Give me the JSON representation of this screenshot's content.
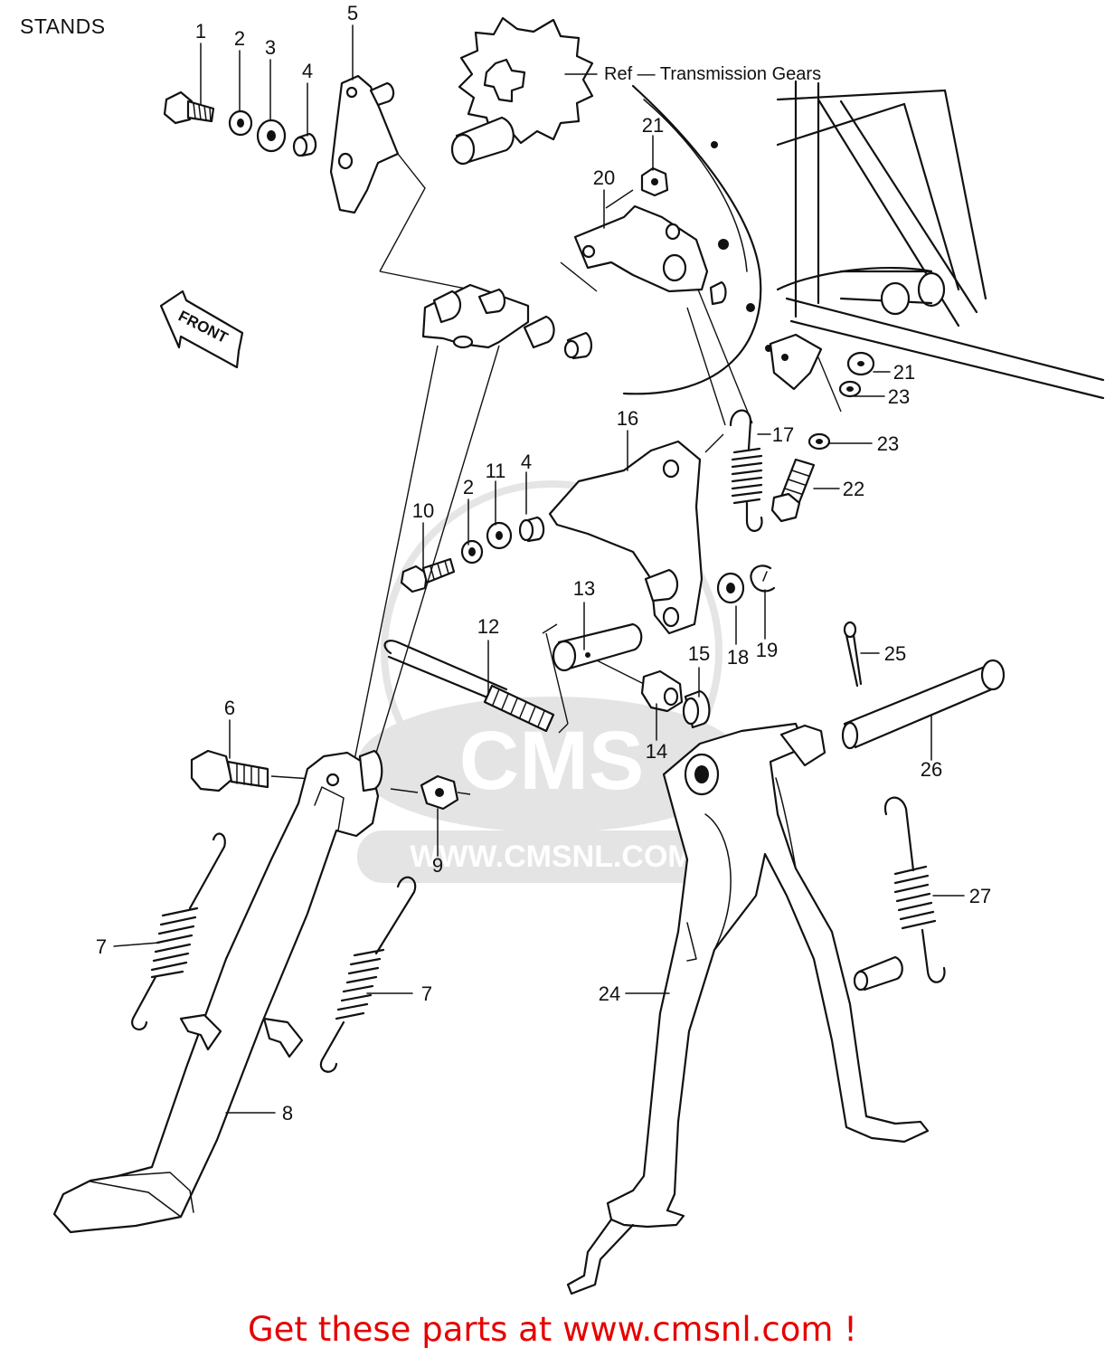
{
  "page": {
    "title": "STANDS"
  },
  "diagram": {
    "reference_label": "Ref — Transmission Gears",
    "direction_arrow": "FRONT",
    "watermark_text": "CMS",
    "watermark_url": "WWW.CMSNL.COM",
    "callouts": [
      {
        "id": "c1",
        "label": "1"
      },
      {
        "id": "c2a",
        "label": "2"
      },
      {
        "id": "c3",
        "label": "3"
      },
      {
        "id": "c4a",
        "label": "4"
      },
      {
        "id": "c5",
        "label": "5"
      },
      {
        "id": "c6",
        "label": "6"
      },
      {
        "id": "c7a",
        "label": "7"
      },
      {
        "id": "c7b",
        "label": "7"
      },
      {
        "id": "c8",
        "label": "8"
      },
      {
        "id": "c9",
        "label": "9"
      },
      {
        "id": "c10",
        "label": "10"
      },
      {
        "id": "c2b",
        "label": "2"
      },
      {
        "id": "c11",
        "label": "11"
      },
      {
        "id": "c4b",
        "label": "4"
      },
      {
        "id": "c12",
        "label": "12"
      },
      {
        "id": "c13",
        "label": "13"
      },
      {
        "id": "c14",
        "label": "14"
      },
      {
        "id": "c15",
        "label": "15"
      },
      {
        "id": "c16",
        "label": "16"
      },
      {
        "id": "c17",
        "label": "17"
      },
      {
        "id": "c18",
        "label": "18"
      },
      {
        "id": "c19",
        "label": "19"
      },
      {
        "id": "c20",
        "label": "20"
      },
      {
        "id": "c21a",
        "label": "21"
      },
      {
        "id": "c21b",
        "label": "21"
      },
      {
        "id": "c22",
        "label": "22"
      },
      {
        "id": "c23a",
        "label": "23"
      },
      {
        "id": "c23b",
        "label": "23"
      },
      {
        "id": "c24",
        "label": "24"
      },
      {
        "id": "c25",
        "label": "25"
      },
      {
        "id": "c26",
        "label": "26"
      },
      {
        "id": "c27",
        "label": "27"
      }
    ]
  },
  "footer": {
    "cta": "Get these parts at www.cmsnl.com !"
  }
}
